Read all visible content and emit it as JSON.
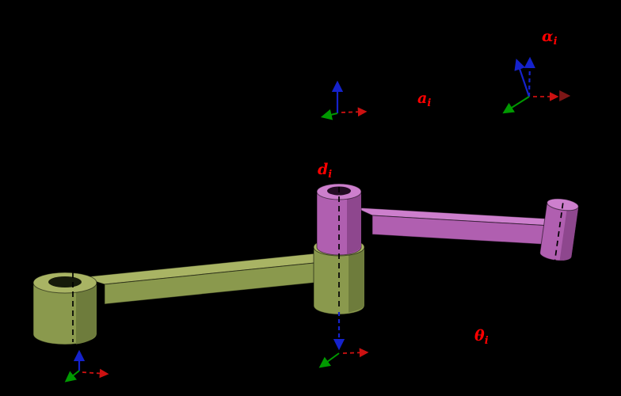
{
  "scene": {
    "background": "#000000",
    "label_color": "#ff0000",
    "labels": [
      {
        "name": "alpha-i",
        "base": "α",
        "sub": "i"
      },
      {
        "name": "a-i",
        "base": "a",
        "sub": "i"
      },
      {
        "name": "d-i",
        "base": "d",
        "sub": "i"
      },
      {
        "name": "theta-i",
        "base": "θ",
        "sub": "i"
      }
    ],
    "links": [
      {
        "name": "link-i-minus-1",
        "color_top": "#a9b464",
        "color_side": "#8a994d",
        "color_dark": "#6e7c3c",
        "color_hole": "#161a0a"
      },
      {
        "name": "link-i",
        "color_top": "#cd7fcd",
        "color_side": "#b05fb0",
        "color_dark": "#8e478e",
        "color_hole": "#230c23"
      }
    ],
    "axes": {
      "x": "#cc1111",
      "x_dark": "#7d1616",
      "y": "#009900",
      "z": "#1522cc",
      "joint_dash": "#000000"
    }
  }
}
